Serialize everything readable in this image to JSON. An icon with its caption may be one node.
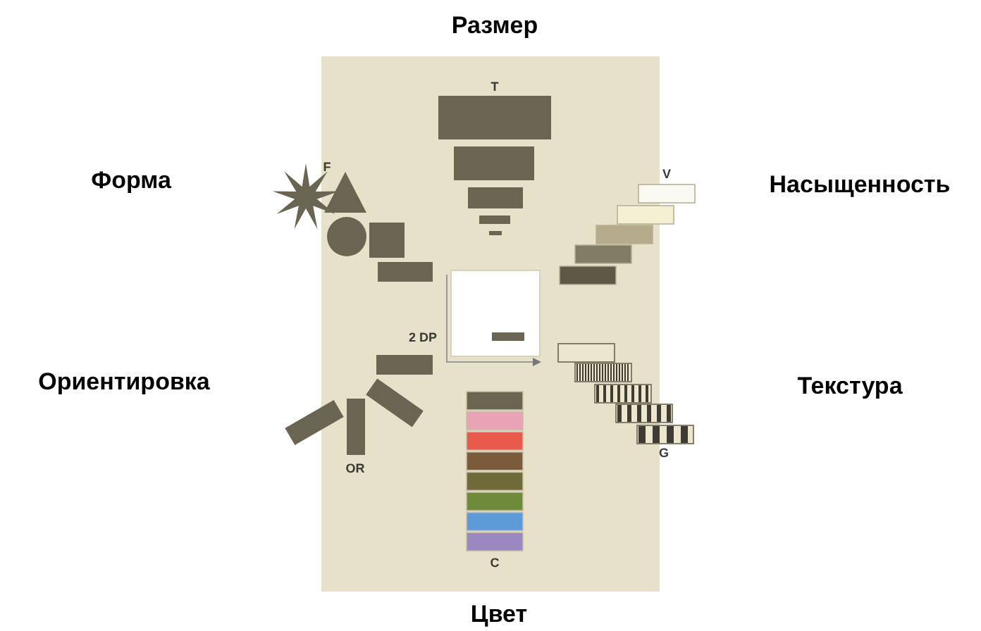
{
  "diagram": {
    "labels": [
      "Размер",
      "T",
      "Форма",
      "F",
      "V",
      "Насыщенность",
      "2 DP",
      "Ориентировка",
      "Текстура",
      "G",
      "OR",
      "C",
      "Цвет"
    ]
  }
}
